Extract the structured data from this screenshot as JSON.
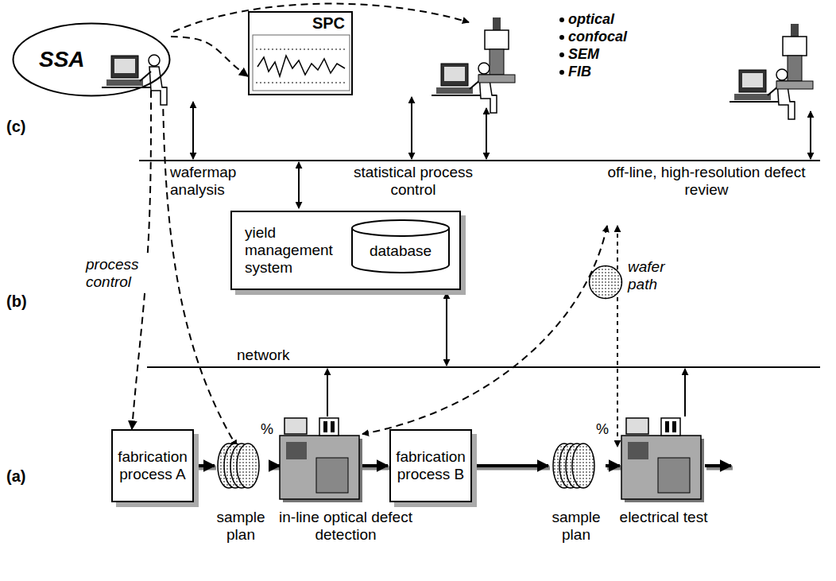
{
  "diagram": {
    "nodes": [
      {
        "text": [
          "SSA"
        ]
      },
      {
        "text": [
          "SPC"
        ]
      },
      {
        "text": [
          "yield management system"
        ]
      },
      {
        "text": [
          "database"
        ],
        "in": 2
      },
      {
        "text": [
          "fabrication process A"
        ]
      },
      {
        "text": [
          "fabrication process B"
        ]
      },
      {
        "text": [
          "wafer path"
        ]
      }
    ],
    "edges": [
      {
        "from": 0,
        "to": 1,
        "arrow": "to"
      },
      {
        "from": 0,
        "to": 4,
        "arrow": "to",
        "label": "process control"
      }
    ],
    "labels": [
      "(c)",
      "(b)",
      "(a)",
      "wafermap analysis",
      "statistical process control",
      "off-line, high-resolution defect review",
      "optical",
      "confocal",
      "SEM",
      "FIB",
      "network",
      "%",
      "%",
      "sample plan",
      "in-line optical defect detection",
      "sample plan",
      "electrical test"
    ]
  }
}
